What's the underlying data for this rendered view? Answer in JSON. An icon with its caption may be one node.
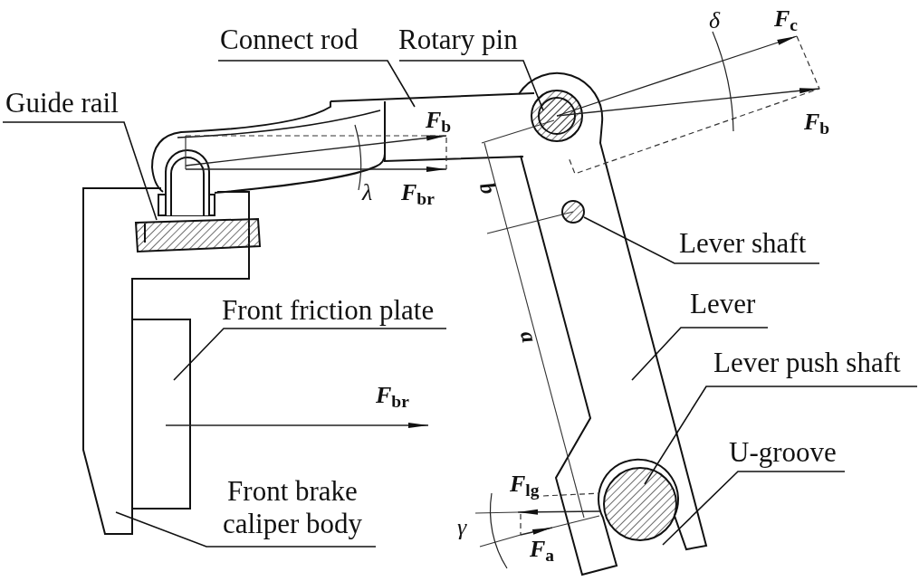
{
  "diagram": {
    "nodes": [
      {
        "text": [
          "Connect rod"
        ]
      },
      {
        "text": [
          "Rotary pin"
        ]
      },
      {
        "text": [
          "Guide rail"
        ]
      },
      {
        "text": [
          "Lever shaft"
        ]
      },
      {
        "text": [
          "Lever"
        ]
      },
      {
        "text": [
          "Front friction plate"
        ]
      },
      {
        "text": [
          "Lever push shaft"
        ]
      },
      {
        "text": [
          "U-groove"
        ]
      },
      {
        "text": [
          "Front brake caliper body"
        ]
      },
      {
        "text": [],
        "shape": "circle"
      }
    ],
    "edges": [
      {
        "from": 0,
        "to": null,
        "arrow": "none"
      },
      {
        "from": 1,
        "to": null,
        "arrow": "none"
      },
      {
        "from": 2,
        "to": null,
        "arrow": "none"
      },
      {
        "from": 3,
        "to": 9,
        "arrow": "none"
      },
      {
        "from": 4,
        "to": null,
        "arrow": "none"
      },
      {
        "from": 5,
        "to": null,
        "arrow": "none"
      },
      {
        "from": 6,
        "to": null,
        "arrow": "none"
      },
      {
        "from": 7,
        "to": null,
        "arrow": "none"
      },
      {
        "from": 8,
        "to": null,
        "arrow": "none"
      }
    ],
    "labels": [
      "*F*$_{c}$",
      "δ",
      "*F*$_{b}$",
      "*F*$_{b}$",
      "λ",
      "*F*$_{br}$",
      "b",
      "a",
      "*F*$_{br}$",
      "*F*$_{lg}$",
      "γ",
      "*F*$_{a}$"
    ]
  }
}
